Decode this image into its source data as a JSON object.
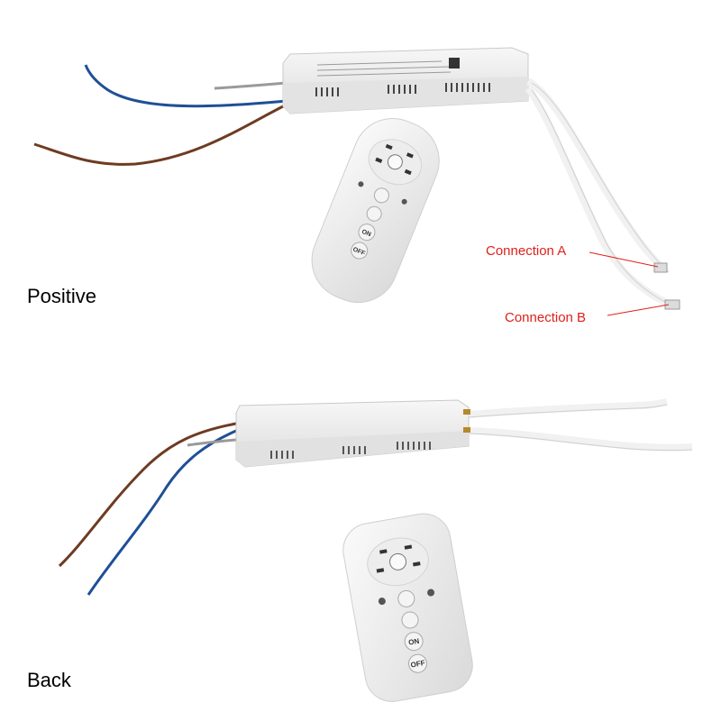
{
  "labels": {
    "positive": "Positive",
    "back": "Back",
    "connection_a": "Connection A",
    "connection_b": "Connection B"
  },
  "remote_buttons": {
    "on": "ON",
    "off": "OFF"
  },
  "colors": {
    "annotation_red": "#e0201a",
    "wire_blue": "#1f4f96",
    "wire_brown": "#6e3b22",
    "wire_white": "#f1f1f1",
    "housing": "#ececec"
  }
}
